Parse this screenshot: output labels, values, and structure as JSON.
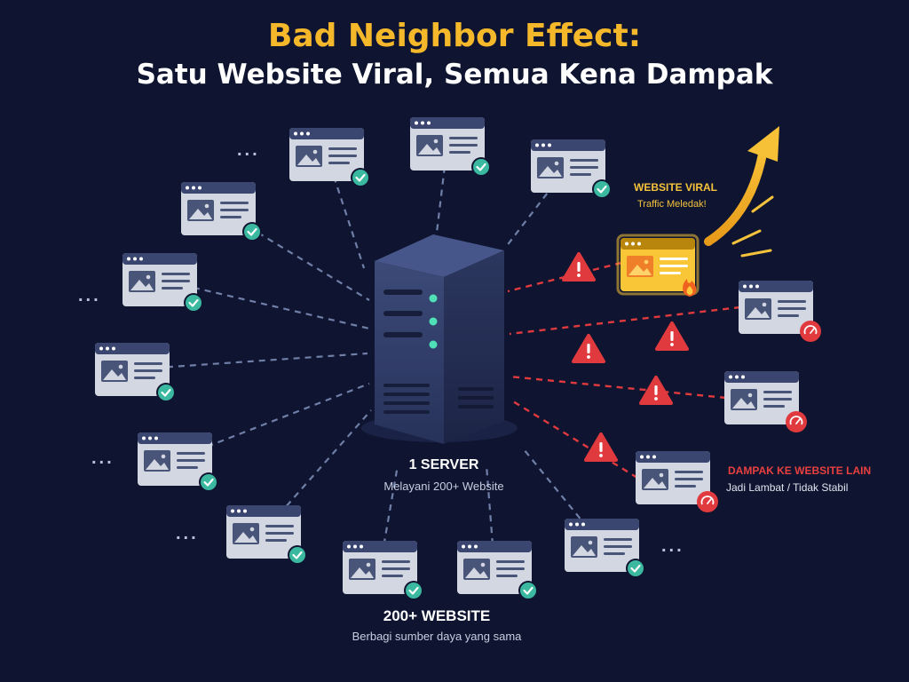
{
  "title": {
    "line1": "Bad Neighbor Effect:",
    "line2": "Satu Website Viral, Semua Kena Dampak"
  },
  "server": {
    "label": "1 SERVER",
    "sublabel": "Melayani 200+ Website"
  },
  "websites": {
    "label": "200+ WEBSITE",
    "sublabel": "Berbagi sumber daya yang sama"
  },
  "viral": {
    "label": "WEBSITE VIRAL",
    "sublabel": "Traffic Meledak!"
  },
  "impact": {
    "label": "DAMPAK KE WEBSITE LAIN",
    "sublabel": "Jadi Lambat / Tidak Stabil"
  },
  "ellipsis": "...",
  "icons": {
    "healthy": "check-circle-icon",
    "warning": "warning-triangle-icon",
    "slow": "speedometer-icon",
    "fire": "fire-icon",
    "trend": "arrow-up-icon"
  },
  "colors": {
    "background": "#0f1530",
    "title_accent": "#f5b82a",
    "healthy": "#3bb8a0",
    "danger": "#e03a3e",
    "viral": "#f5c33b",
    "healthy_link": "#6f7fa8"
  }
}
